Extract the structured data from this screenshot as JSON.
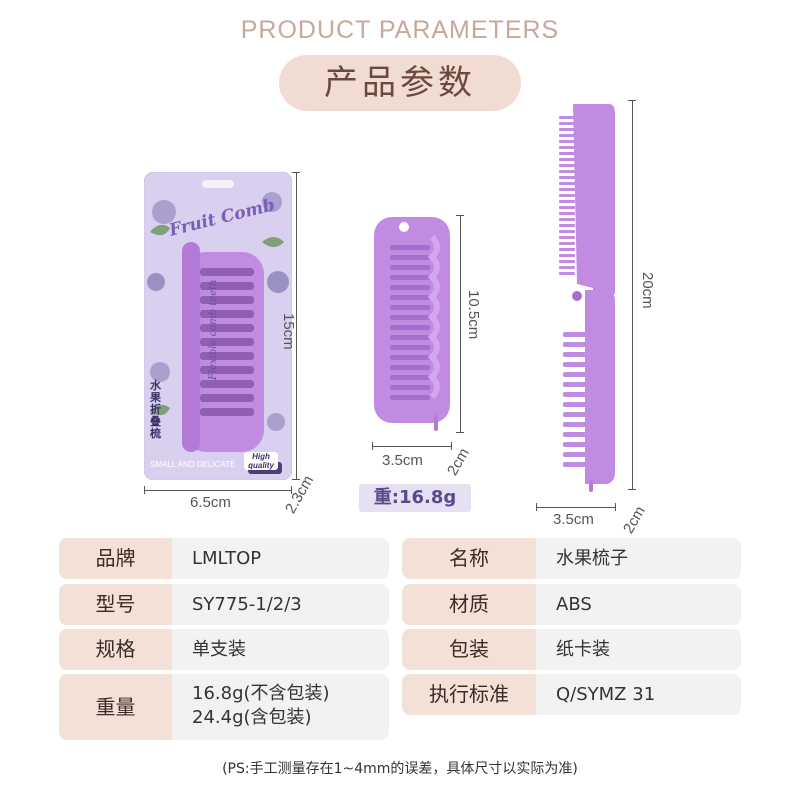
{
  "header": {
    "en_title": "PRODUCT PARAMETERS",
    "cn_title": "产品参数"
  },
  "package": {
    "brand_art": "Fruit Comb",
    "side_text_cn": "水果折叠梳",
    "side_text_en": "Flexible comb teeth",
    "bottom_left": "SMALL AND DELICATE",
    "badge": "High quality",
    "dim_width": "6.5cm",
    "dim_height": "15cm",
    "dim_depth": "2.3cm"
  },
  "folded": {
    "dim_height": "10.5cm",
    "dim_width": "3.5cm",
    "dim_depth": "2cm",
    "weight": "重:16.8g"
  },
  "unfolded": {
    "dim_height": "20cm",
    "dim_width": "3.5cm",
    "dim_depth": "2cm"
  },
  "colors": {
    "comb": "#c08be0",
    "comb_dark": "#a56fd0",
    "card_bg": "#d8d0ee",
    "label_bg": "#f3e0d7",
    "value_bg": "#f2f2f2"
  },
  "specs": {
    "left": [
      {
        "label": "品牌",
        "values": [
          "LMLTOP"
        ]
      },
      {
        "label": "型号",
        "values": [
          "SY775-1/2/3"
        ]
      },
      {
        "label": "规格",
        "values": [
          "单支装"
        ]
      },
      {
        "label": "重量",
        "values": [
          "16.8g(不含包装)",
          "24.4g(含包装)"
        ]
      }
    ],
    "right": [
      {
        "label": "名称",
        "values": [
          "水果梳子"
        ]
      },
      {
        "label": "材质",
        "values": [
          "ABS"
        ]
      },
      {
        "label": "包装",
        "values": [
          "纸卡装"
        ]
      },
      {
        "label": "执行标准",
        "values": [
          "Q/SYMZ 31"
        ]
      }
    ]
  },
  "note": "(PS:手工测量存在1~4mm的误差，具体尺寸以实际为准)"
}
